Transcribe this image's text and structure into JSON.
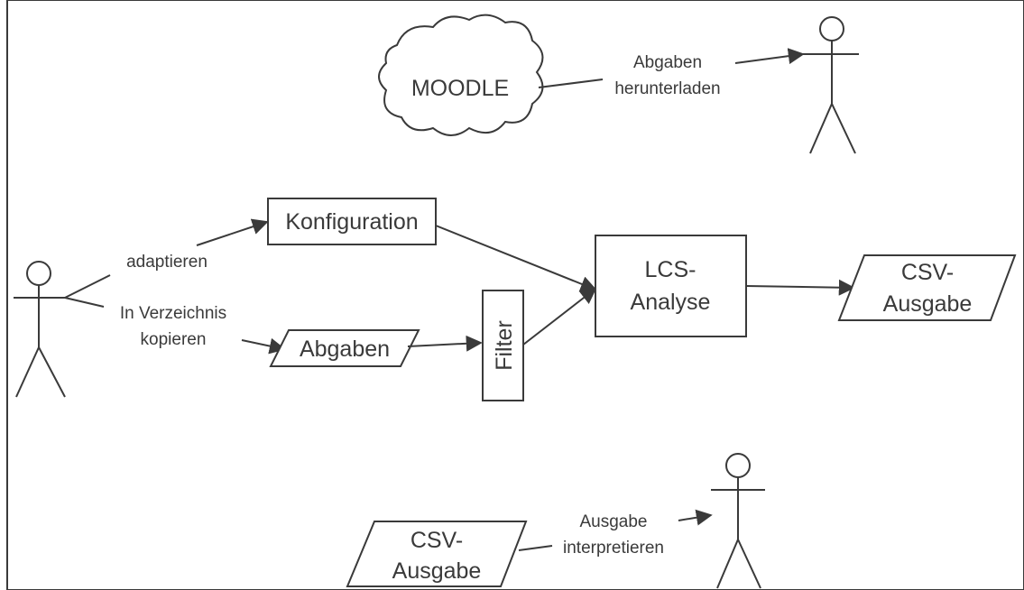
{
  "diagram": {
    "moodle": "MOODLE",
    "download_line1": "Abgaben",
    "download_line2": "herunterladen",
    "konfiguration": "Konfiguration",
    "adaptieren": "adaptieren",
    "copy_line1": "In Verzeichnis",
    "copy_line2": "kopieren",
    "abgaben": "Abgaben",
    "filter": "Filter",
    "lcs_line1": "LCS-",
    "lcs_line2": "Analyse",
    "csv_out_line1": "CSV-",
    "csv_out_line2": "Ausgabe",
    "csv_in_line1": "CSV-",
    "csv_in_line2": "Ausgabe",
    "interpret_line1": "Ausgabe",
    "interpret_line2": "interpretieren"
  }
}
